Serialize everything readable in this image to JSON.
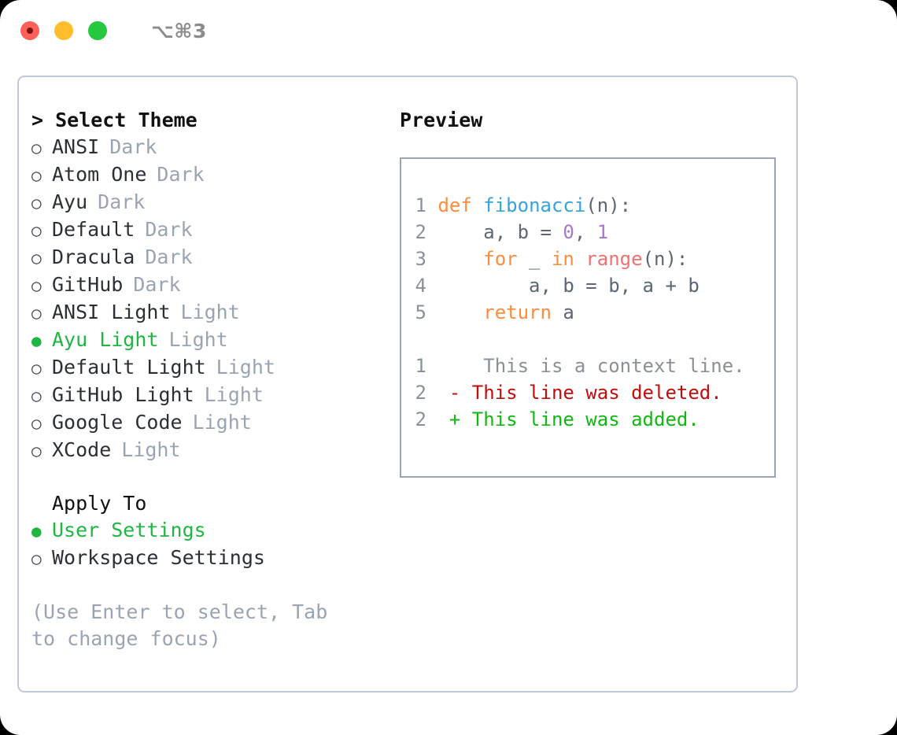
{
  "titlebar": {
    "shortcut": "⌥⌘3",
    "buttons": [
      {
        "name": "close",
        "color": "#ff6159"
      },
      {
        "name": "minimize",
        "color": "#ffbd2e"
      },
      {
        "name": "maximize",
        "color": "#26c83f"
      }
    ]
  },
  "left": {
    "heading": "> Select Theme",
    "themes": [
      {
        "marker": "○",
        "name": "ANSI",
        "tag": "Dark",
        "selected": false
      },
      {
        "marker": "○",
        "name": "Atom One",
        "tag": "Dark",
        "selected": false
      },
      {
        "marker": "○",
        "name": "Ayu",
        "tag": "Dark",
        "selected": false
      },
      {
        "marker": "○",
        "name": "Default",
        "tag": "Dark",
        "selected": false
      },
      {
        "marker": "○",
        "name": "Dracula",
        "tag": "Dark",
        "selected": false
      },
      {
        "marker": "○",
        "name": "GitHub",
        "tag": "Dark",
        "selected": false
      },
      {
        "marker": "○",
        "name": "ANSI Light",
        "tag": "Light",
        "selected": false
      },
      {
        "marker": "●",
        "name": "Ayu Light",
        "tag": "Light",
        "selected": true
      },
      {
        "marker": "○",
        "name": "Default Light",
        "tag": "Light",
        "selected": false
      },
      {
        "marker": "○",
        "name": "GitHub Light",
        "tag": "Light",
        "selected": false
      },
      {
        "marker": "○",
        "name": "Google Code",
        "tag": "Light",
        "selected": false
      },
      {
        "marker": "○",
        "name": "XCode",
        "tag": "Light",
        "selected": false
      }
    ],
    "apply_to": {
      "label": "Apply To",
      "options": [
        {
          "marker": "●",
          "name": "User Settings",
          "selected": true
        },
        {
          "marker": "○",
          "name": "Workspace Settings",
          "selected": false
        }
      ]
    },
    "hint": "(Use Enter to select, Tab to change focus)"
  },
  "preview": {
    "title": "Preview",
    "code": [
      {
        "lineno": "1",
        "tokens": [
          {
            "t": "def",
            "c": "kw"
          },
          {
            "t": " ",
            "c": "plain"
          },
          {
            "t": "fibonacci",
            "c": "fn"
          },
          {
            "t": "(n):",
            "c": "plain"
          }
        ]
      },
      {
        "lineno": "2",
        "tokens": [
          {
            "t": "    a, b = ",
            "c": "plain"
          },
          {
            "t": "0",
            "c": "num"
          },
          {
            "t": ", ",
            "c": "plain"
          },
          {
            "t": "1",
            "c": "num"
          }
        ]
      },
      {
        "lineno": "3",
        "tokens": [
          {
            "t": "    ",
            "c": "plain"
          },
          {
            "t": "for",
            "c": "kw"
          },
          {
            "t": " _ ",
            "c": "plain"
          },
          {
            "t": "in",
            "c": "kw"
          },
          {
            "t": " ",
            "c": "plain"
          },
          {
            "t": "range",
            "c": "call"
          },
          {
            "t": "(n):",
            "c": "plain"
          }
        ]
      },
      {
        "lineno": "4",
        "tokens": [
          {
            "t": "        a, b = b, a + b",
            "c": "plain"
          }
        ]
      },
      {
        "lineno": "5",
        "tokens": [
          {
            "t": "    ",
            "c": "plain"
          },
          {
            "t": "return",
            "c": "kw"
          },
          {
            "t": " a",
            "c": "plain"
          }
        ]
      }
    ],
    "diff": [
      {
        "lineno": "1",
        "sign": " ",
        "text": "  This is a context line.",
        "kind": "ctx"
      },
      {
        "lineno": "2",
        "sign": "-",
        "text": " This line was deleted.",
        "kind": "del"
      },
      {
        "lineno": "2",
        "sign": "+",
        "text": " This line was added.",
        "kind": "add"
      }
    ]
  },
  "colors": {
    "accent_green": "#1fb642",
    "muted": "#9aa4b2",
    "keyword": "#fa8d3e",
    "function": "#36a3d9",
    "number": "#a37acc",
    "call": "#f07171",
    "plain": "#5c6773",
    "diff_added": "#12b812",
    "diff_deleted": "#c20d0d",
    "border": "#9aa5b4"
  }
}
